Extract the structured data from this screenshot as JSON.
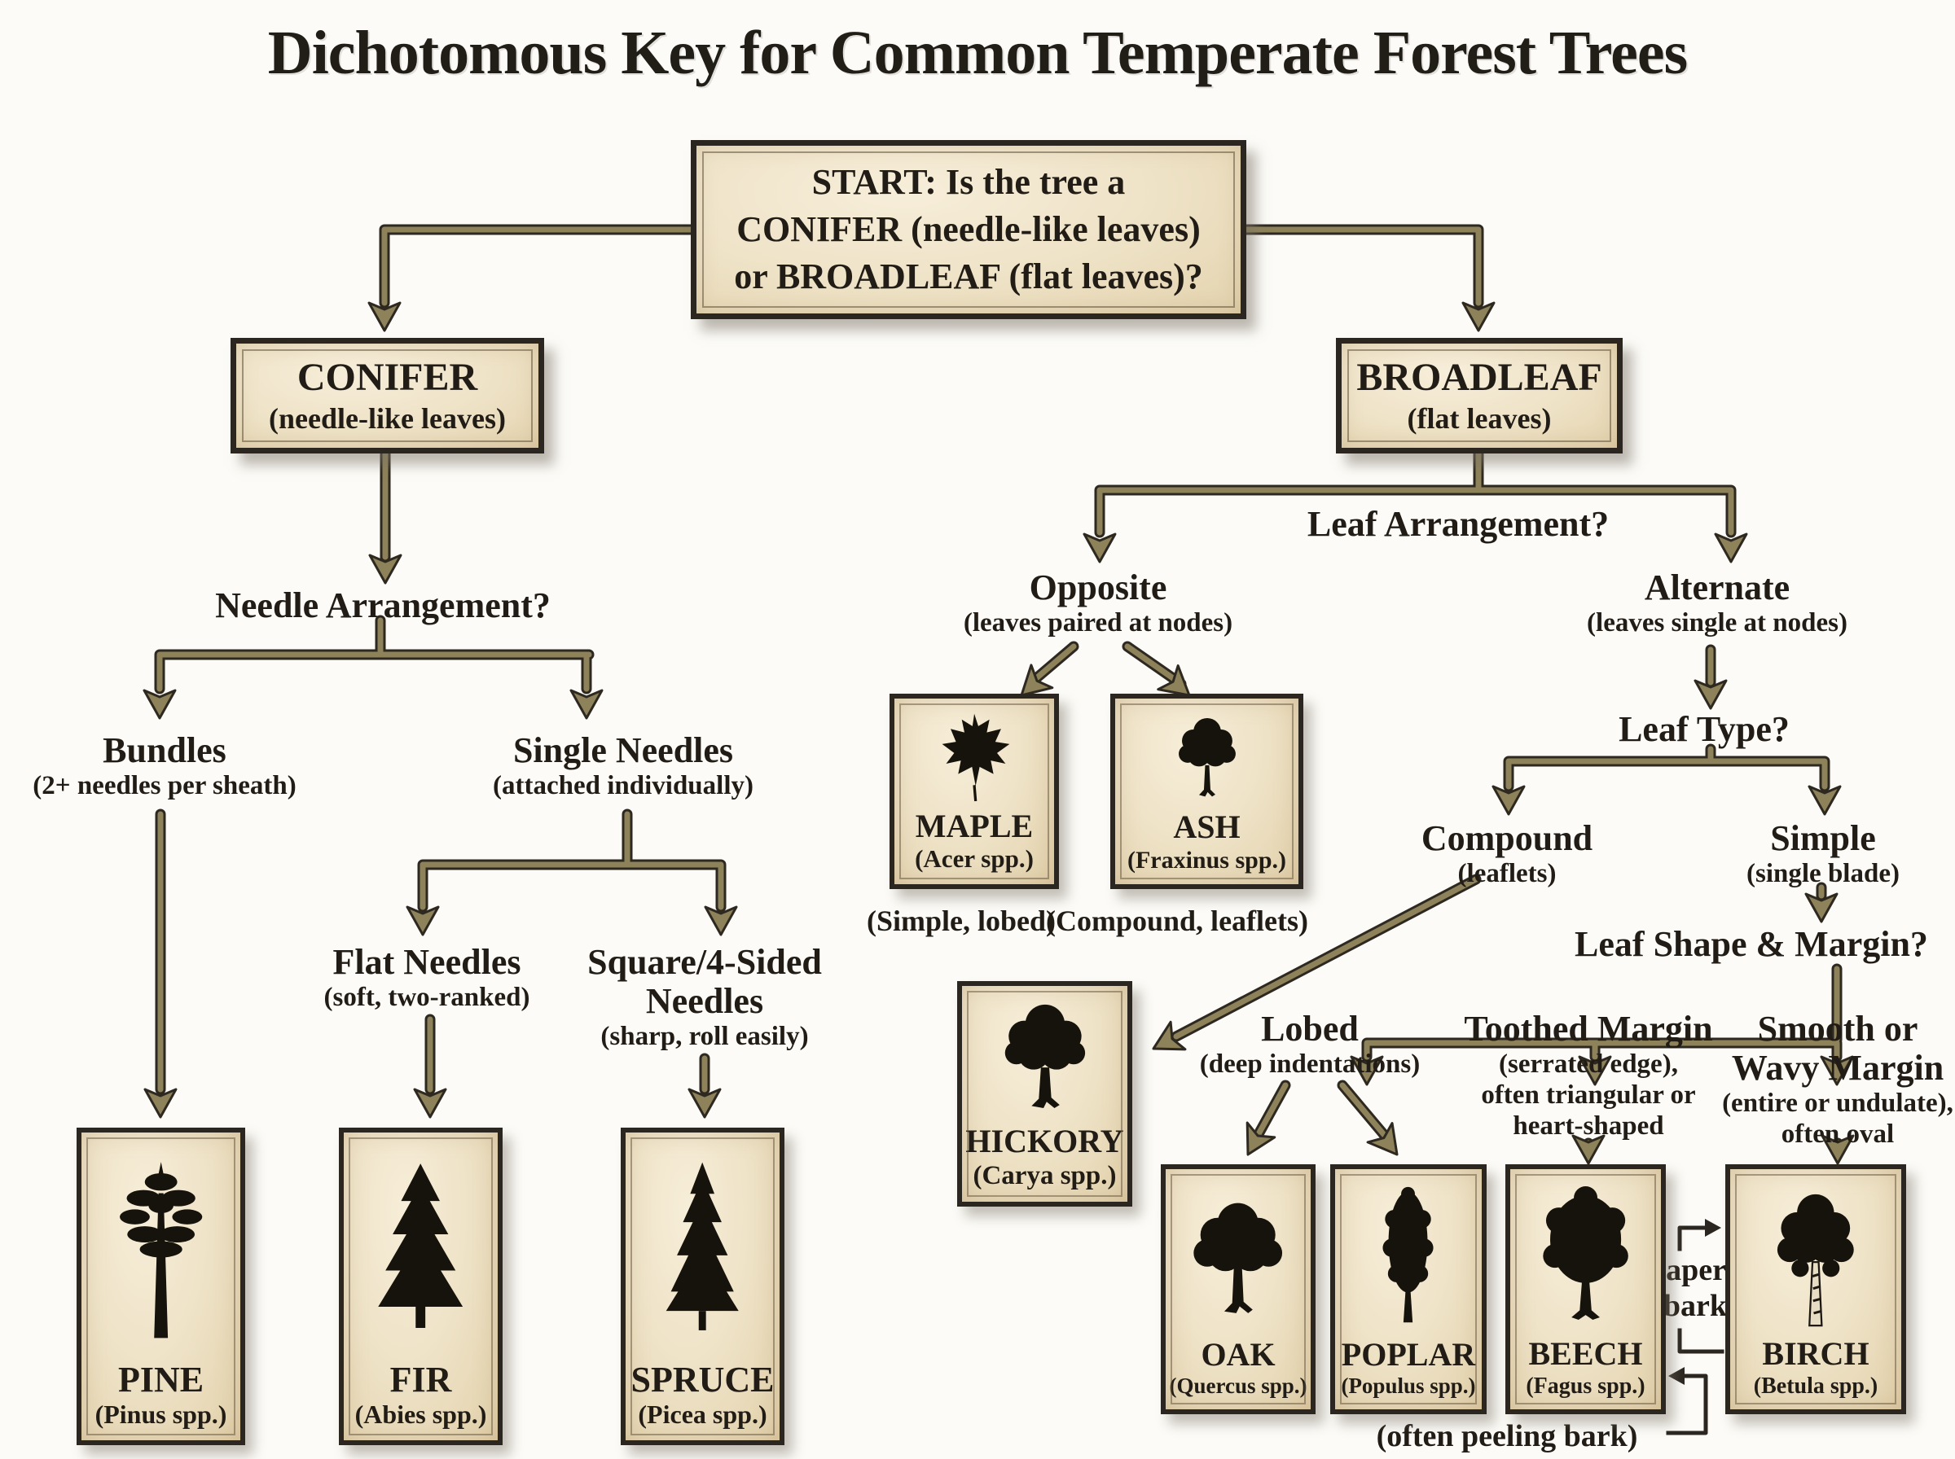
{
  "title": "Dichotomous Key for Common Temperate Forest Trees",
  "start": {
    "line1": "START: Is the tree a",
    "line2": "CONIFER (needle-like leaves)",
    "line3": "or BROADLEAF (flat leaves)?"
  },
  "conifer": {
    "node_label": "CONIFER",
    "node_sub": "(needle-like leaves)",
    "question": "Needle Arrangement?",
    "bundles": {
      "label": "Bundles",
      "sub": "(2+ needles per sheath)"
    },
    "single": {
      "label": "Single Needles",
      "sub": "(attached individually)"
    },
    "flat": {
      "label": "Flat Needles",
      "sub": "(soft, two-ranked)"
    },
    "square": {
      "label": "Square/4-Sided",
      "label2": "Needles",
      "sub": "(sharp, roll easily)"
    }
  },
  "broadleaf": {
    "node_label": "BROADLEAF",
    "node_sub": "(flat leaves)",
    "q_arrangement": "Leaf Arrangement?",
    "opposite": {
      "label": "Opposite",
      "sub": "(leaves paired at nodes)"
    },
    "alternate": {
      "label": "Alternate",
      "sub": "(leaves single at nodes)"
    },
    "q_type": "Leaf Type?",
    "compound": {
      "label": "Compound",
      "sub": "(leaflets)"
    },
    "simple": {
      "label": "Simple",
      "sub": "(single blade)"
    },
    "q_margin": "Leaf Shape & Margin?",
    "lobed": {
      "label": "Lobed",
      "sub": "(deep indentations)"
    },
    "toothed": {
      "label": "Toothed Margin",
      "sub1": "(serrated edge),",
      "sub2": "often triangular or",
      "sub3": "heart-shaped"
    },
    "smooth": {
      "label1": "Smooth or",
      "label2": "Wavy Margin",
      "sub1": "(entire or undulate),",
      "sub2": "often oval"
    }
  },
  "species": {
    "pine": {
      "name": "PINE",
      "latin": "(Pinus spp.)"
    },
    "fir": {
      "name": "FIR",
      "latin": "(Abies spp.)"
    },
    "spruce": {
      "name": "SPRUCE",
      "latin": "(Picea spp.)"
    },
    "maple": {
      "name": "MAPLE",
      "latin": "(Acer spp.)",
      "note": "(Simple, lobed)"
    },
    "ash": {
      "name": "ASH",
      "latin": "(Fraxinus spp.)",
      "note": "(Compound, leaflets)"
    },
    "hickory": {
      "name": "HICKORY",
      "latin": "(Carya spp.)"
    },
    "oak": {
      "name": "OAK",
      "latin": "(Quercus spp.)"
    },
    "poplar": {
      "name": "POPLAR",
      "latin": "(Populus spp.)"
    },
    "beech": {
      "name": "BEECH",
      "latin": "(Fagus spp.)"
    },
    "birch": {
      "name": "BIRCH",
      "latin": "(Betula spp.)"
    }
  },
  "annotations": {
    "papery_line1": "papery",
    "papery_line2": "bark",
    "peeling": "(often peeling bark)"
  },
  "colors": {
    "connector": "#8d8259",
    "outline": "#2e2920",
    "parchment": "#ede1c6",
    "ink": "#211c15",
    "background": "#fcfbf7"
  }
}
